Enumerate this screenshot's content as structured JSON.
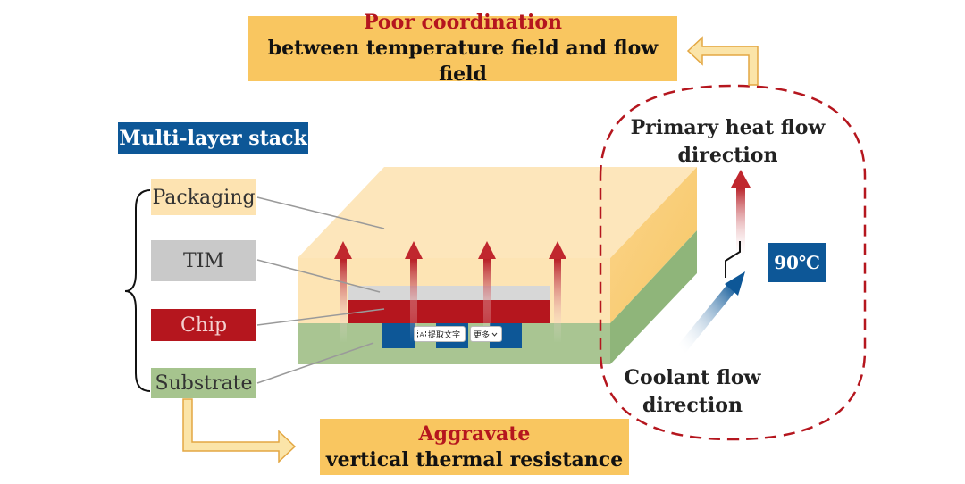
{
  "top_box": {
    "line1": "Poor coordination",
    "line2": "between temperature field and flow field"
  },
  "bottom_box": {
    "line1": "Aggravate",
    "line2": "vertical thermal resistance"
  },
  "stack_title": "Multi-layer stack",
  "layers": {
    "packaging": "Packaging",
    "tim": "TIM",
    "chip": "Chip",
    "substrate": "Substrate"
  },
  "heat_flow": {
    "line1": "Primary heat flow",
    "line2": "direction"
  },
  "coolant_flow": {
    "line1": "Coolant flow",
    "line2": "direction"
  },
  "temperature": "90℃",
  "toolbar": {
    "extract_label": "提取文字",
    "more_label": "更多"
  },
  "colors": {
    "highlight_orange": "#f9c660",
    "accent_red": "#b5161e",
    "accent_blue": "#0d5797",
    "packaging": "#fde3b1",
    "tim": "#c9c9c9",
    "substrate": "#a6c48e"
  },
  "icons": {
    "extract_icon": "text-extract-icon",
    "more_icon": "chevron-down-icon"
  }
}
